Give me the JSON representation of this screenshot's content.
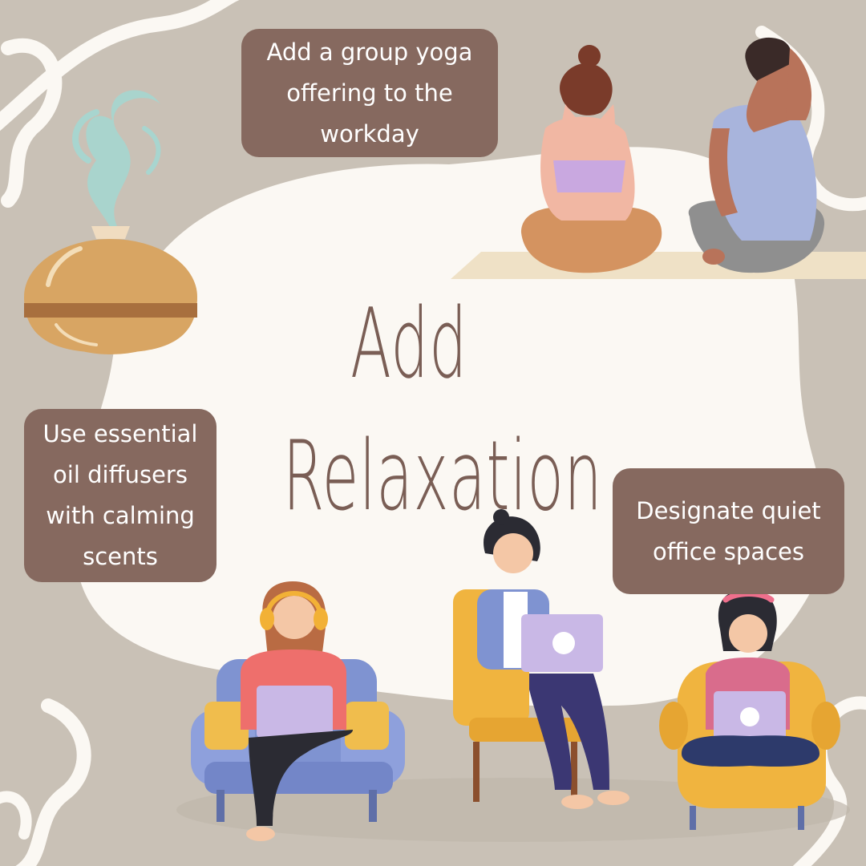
{
  "title": {
    "line1": "Add",
    "line2": "Relaxation"
  },
  "tips": {
    "yoga": "Add a group yoga offering to the workday",
    "oils": "Use essential oil diffusers with calming scents",
    "quiet": "Designate quiet office spaces"
  },
  "colors": {
    "background": "#c9c1b6",
    "blob": "#fbf8f3",
    "card": "#86695f",
    "card_text": "#ffffff",
    "title": "#7a5e55"
  },
  "icons": [
    "swirl-decoration",
    "diffuser-illustration",
    "yoga-people-illustration",
    "people-with-laptops-illustration"
  ]
}
